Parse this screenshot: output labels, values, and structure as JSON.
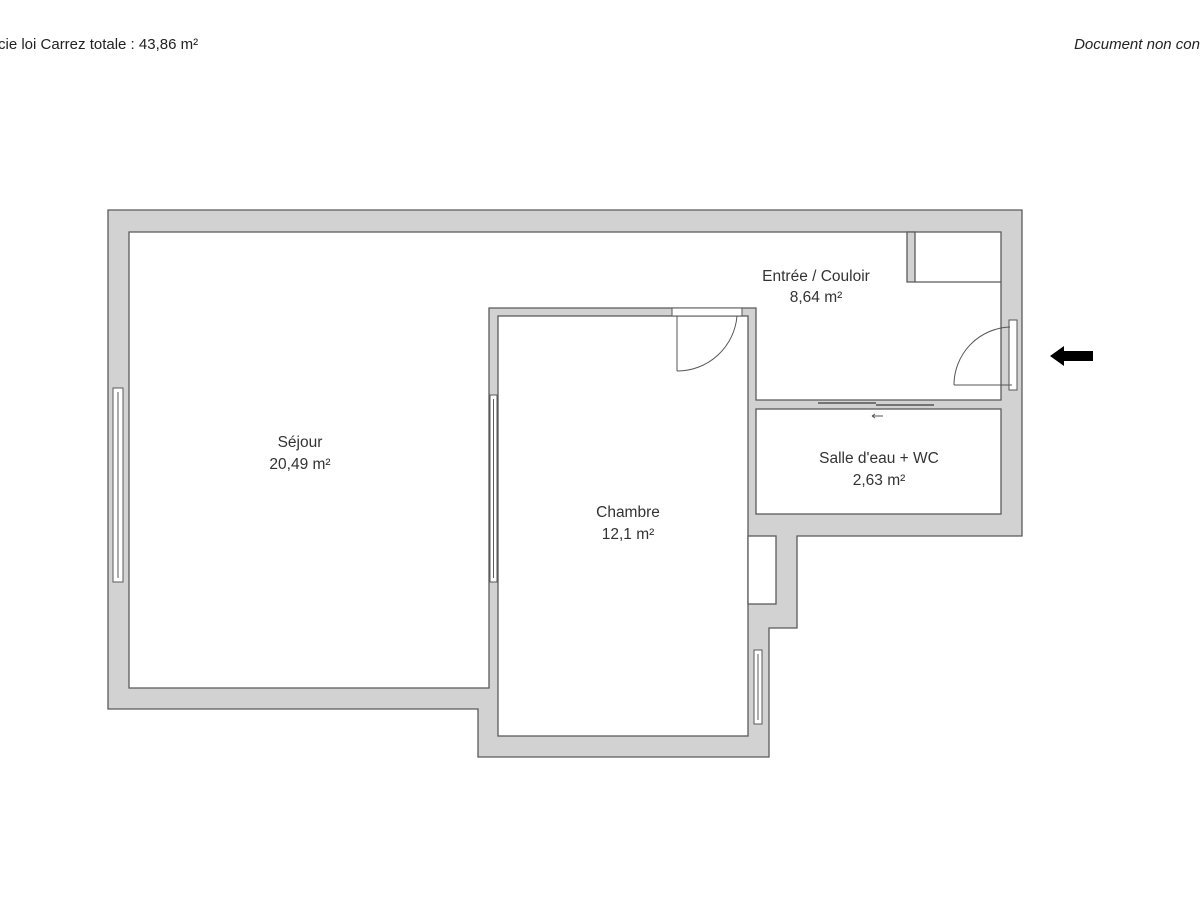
{
  "header": {
    "total_area": "cie loi Carrez totale :  43,86 m²",
    "disclaimer": "Document non con"
  },
  "rooms": [
    {
      "name": "Séjour",
      "area": "20,49 m²"
    },
    {
      "name": "Chambre",
      "area": "12,1 m²"
    },
    {
      "name": "Entrée / Couloir",
      "area": "8,64 m²"
    },
    {
      "name": "Salle d'eau + WC",
      "area": "2,63 m²"
    }
  ],
  "colors": {
    "wall": "#d2d2d2",
    "outline": "#5a5a5a",
    "room": "#ffffff",
    "arrow": "#000000"
  },
  "icons": {
    "entrance": "arrow-left-icon",
    "sliding_door": "small-arrow-left-icon"
  }
}
